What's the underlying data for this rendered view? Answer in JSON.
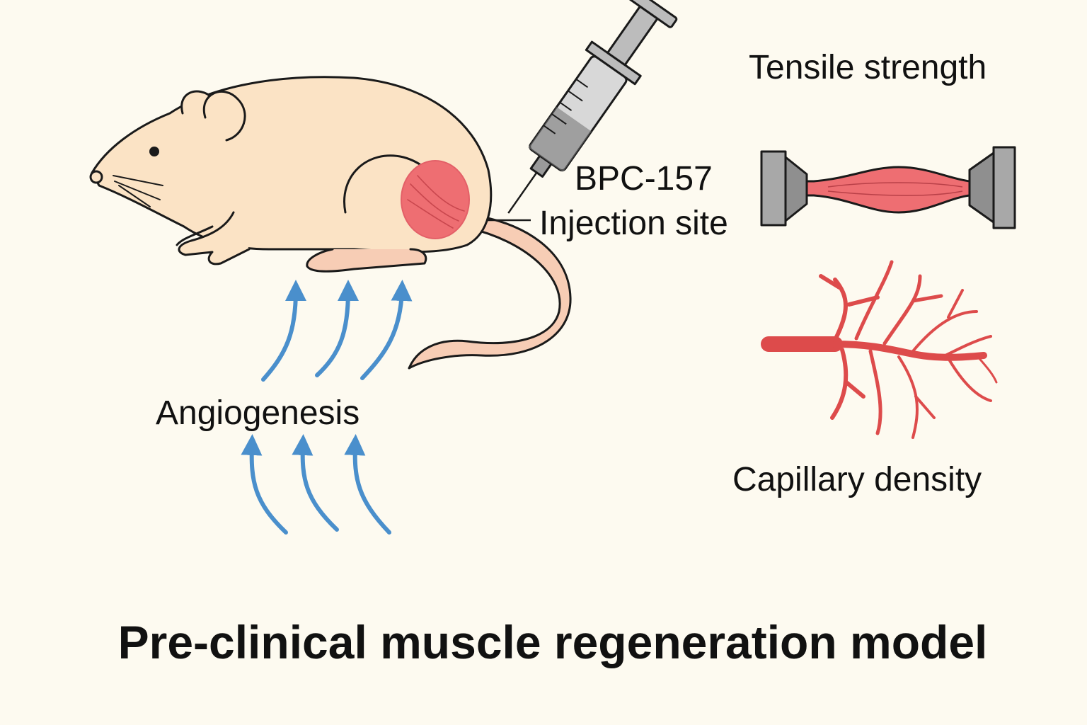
{
  "labels": {
    "tensile_strength": "Tensile strength",
    "compound": "BPC-157",
    "injection_site": "Injection site",
    "angiogenesis": "Angiogenesis",
    "capillary_density": "Capillary density",
    "title": "Pre-clinical muscle regeneration model"
  },
  "icons": {
    "subject": "rat-icon",
    "injection": "syringe-icon",
    "target": "muscle-icon",
    "tensile_test": "muscle-tensile-clamp-icon",
    "vessels": "blood-vessel-icon",
    "flow": "upward-arrow-icon"
  },
  "colors": {
    "background": "#fdfaf0",
    "rat_body": "#fbe3c5",
    "rat_tail": "#f7cdb5",
    "muscle": "#ee6e72",
    "arrow": "#4a8fcc",
    "vessel": "#dd4b4b",
    "syringe": "#c9c9c9",
    "clamp": "#a8a8a8",
    "outline": "#1a1a1a"
  }
}
